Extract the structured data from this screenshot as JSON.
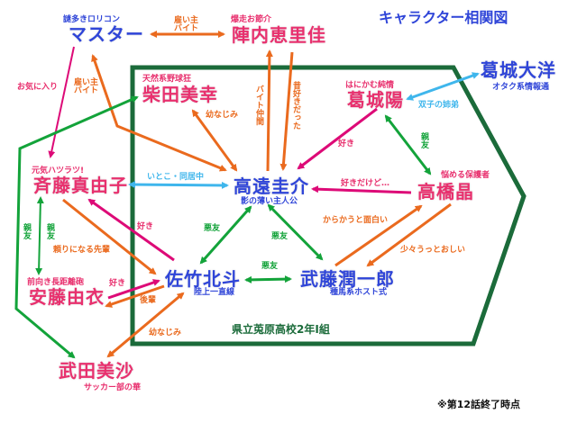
{
  "title": "キャラクター相関図",
  "footnote": "※第12話終了時点",
  "group_label": "県立莵原高校2年I組",
  "characters": {
    "master": {
      "name": "マスター",
      "desc": "謎多きロリコン"
    },
    "jinnai": {
      "name": "陣内恵里佳",
      "desc": "爆走お節介"
    },
    "shibata": {
      "name": "柴田美幸",
      "desc": "天然系野球狂"
    },
    "katsuragi_yo": {
      "name": "葛城陽",
      "desc": "はにかむ純情"
    },
    "katsuragi_taiyo": {
      "name": "葛城大洋",
      "desc": "オタク系情報通"
    },
    "saito": {
      "name": "斉藤真由子",
      "desc": "元気ハツラツ!"
    },
    "takato": {
      "name": "高遠圭介",
      "desc": "影の薄い主人公"
    },
    "takahashi": {
      "name": "高橋晶",
      "desc": "悩める保護者"
    },
    "satake": {
      "name": "佐竹北斗",
      "desc": "陸上一直線"
    },
    "muto": {
      "name": "武藤潤一郎",
      "desc": "種馬系ホスト式"
    },
    "ando": {
      "name": "安藤由衣",
      "desc": "前向き長距離砲"
    },
    "takeda": {
      "name": "武田美沙",
      "desc": "サッカー部の華"
    }
  },
  "relations": {
    "master_jinnai": "雇い主\nバイト",
    "master_saito": "お気に入り",
    "master_takato": "雇い主\nバイト",
    "shibata_takato": "幼なじみ",
    "takato_jinnai": "バイト仲間",
    "jinnai_takato": "昔好きだった",
    "yo_takato": "好き",
    "taiyo_yo": "双子の姉弟",
    "yo_takahashi": "親友",
    "takahashi_takato": "好きだけど…",
    "muto_takahashi": "からかうと面白い",
    "takahashi_muto": "少々うっとおしい",
    "saito_takato": "いとこ・同居中",
    "takato_satake": "悪友",
    "takato_muto": "悪友",
    "satake_muto": "悪友",
    "satake_saito": "好き",
    "saito_satake": "頼りになる先輩",
    "saito_ando_1": "親友",
    "saito_ando_2": "親友",
    "ando_satake": "好き",
    "satake_ando": "後輩",
    "takeda_satake": "幼なじみ"
  },
  "colors": {
    "pink": "#e8306e",
    "blue": "#2f45d8",
    "orange": "#ea6a1e",
    "green": "#13a33a",
    "light_blue": "#3fb6ec",
    "school": "#1b6b3a"
  }
}
